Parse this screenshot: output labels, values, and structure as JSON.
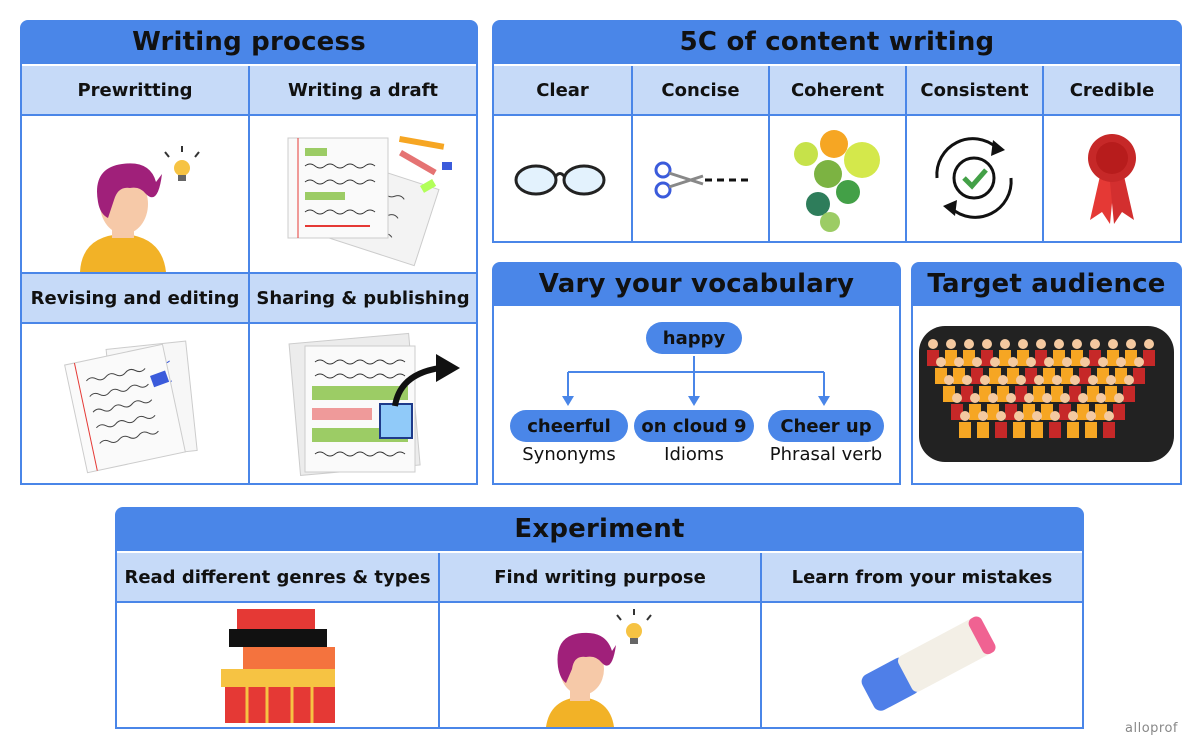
{
  "writing_process": {
    "title": "Writing process",
    "steps": [
      {
        "label": "Prewritting"
      },
      {
        "label": "Writing a draft"
      },
      {
        "label": "Revising and editing"
      },
      {
        "label": "Sharing & publishing"
      }
    ]
  },
  "five_c": {
    "title": "5C of content writing",
    "items": [
      {
        "label": "Clear",
        "icon": "glasses-icon"
      },
      {
        "label": "Concise",
        "icon": "scissors-icon"
      },
      {
        "label": "Coherent",
        "icon": "gears-icon"
      },
      {
        "label": "Consistent",
        "icon": "cycle-check-icon"
      },
      {
        "label": "Credible",
        "icon": "ribbon-seal-icon"
      }
    ]
  },
  "vocabulary": {
    "title": "Vary your vocabulary",
    "root": "happy",
    "branches": [
      {
        "word": "cheerful",
        "type": "Synonyms"
      },
      {
        "word": "on cloud 9",
        "type": "Idioms"
      },
      {
        "word": "Cheer up",
        "type": "Phrasal verb"
      }
    ]
  },
  "target_audience": {
    "title": "Target audience"
  },
  "experiment": {
    "title": "Experiment",
    "items": [
      {
        "label": "Read different genres & types"
      },
      {
        "label": "Find writing purpose"
      },
      {
        "label": "Learn from your mistakes"
      }
    ]
  },
  "brand": "alloprof",
  "colors": {
    "accent": "#4a86e8",
    "header_fill": "#c6daf8"
  }
}
